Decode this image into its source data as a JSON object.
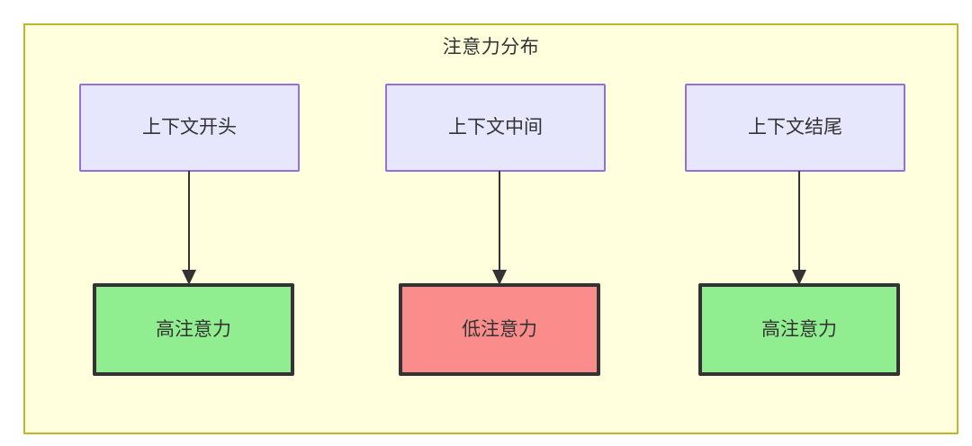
{
  "diagram": {
    "title": "注意力分布",
    "type": "flowchart",
    "direction": "top-down",
    "frame": {
      "background_color": "#ffffde",
      "border_color": "#bfb62f"
    },
    "palette": {
      "context_node_fill": "#e6e6fd",
      "context_node_border": "#9370db",
      "high_attention_fill": "#90ee90",
      "low_attention_fill": "#fa8c8c",
      "attention_node_border": "#333333",
      "edge_color": "#333333",
      "text_color": "#333333"
    },
    "columns": [
      {
        "id": "col-1",
        "source": {
          "id": "context-start",
          "label": "上下文开头",
          "style": "context"
        },
        "target": {
          "id": "attention-high-start",
          "label": "高注意力",
          "style": "high"
        },
        "edge": {
          "id": "edge-start",
          "type": "arrow",
          "direction": "down",
          "label": ""
        }
      },
      {
        "id": "col-2",
        "source": {
          "id": "context-middle",
          "label": "上下文中间",
          "style": "context"
        },
        "target": {
          "id": "attention-low-middle",
          "label": "低注意力",
          "style": "low"
        },
        "edge": {
          "id": "edge-middle",
          "type": "arrow",
          "direction": "down",
          "label": ""
        }
      },
      {
        "id": "col-3",
        "source": {
          "id": "context-end",
          "label": "上下文结尾",
          "style": "context"
        },
        "target": {
          "id": "attention-high-end",
          "label": "高注意力",
          "style": "high"
        },
        "edge": {
          "id": "edge-end",
          "type": "arrow",
          "direction": "down",
          "label": ""
        }
      }
    ]
  }
}
